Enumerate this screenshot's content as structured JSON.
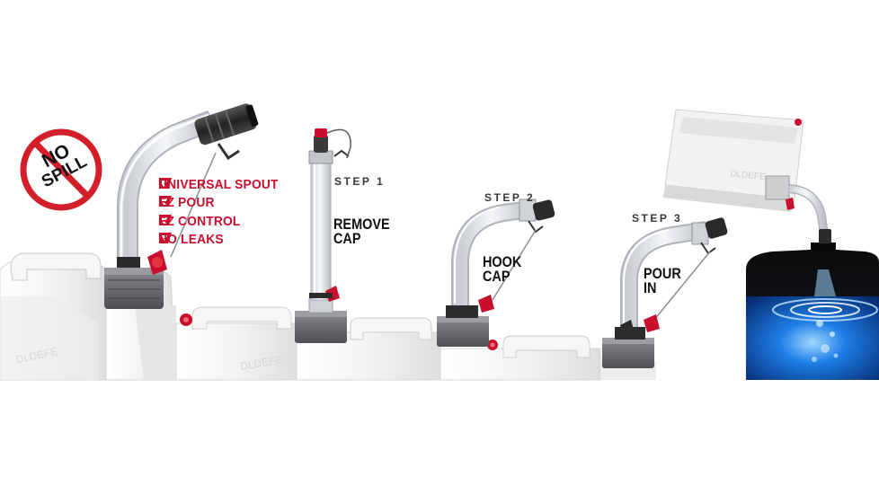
{
  "badge": {
    "line1": "NO",
    "line2": "SPILL",
    "color": "#d21f2a"
  },
  "features": [
    {
      "label": "UNIVERSAL SPOUT",
      "icon": "brand-r-icon"
    },
    {
      "label": "EZ POUR",
      "icon": "brand-r-icon"
    },
    {
      "label": "EZ CONTROL",
      "icon": "brand-r-icon"
    },
    {
      "label": "NO LEAKS",
      "icon": "brand-r-icon"
    }
  ],
  "steps": [
    {
      "title": "STEP 1",
      "line1": "REMOVE",
      "line2": "CAP"
    },
    {
      "title": "STEP 2",
      "line1": "HOOK",
      "line2": "CAP"
    },
    {
      "title": "STEP 3",
      "line1": "POUR",
      "line2": "IN"
    }
  ],
  "colors": {
    "accent": "#c8102e",
    "water": "#1f6fd6",
    "cap": "#6f6f73"
  }
}
